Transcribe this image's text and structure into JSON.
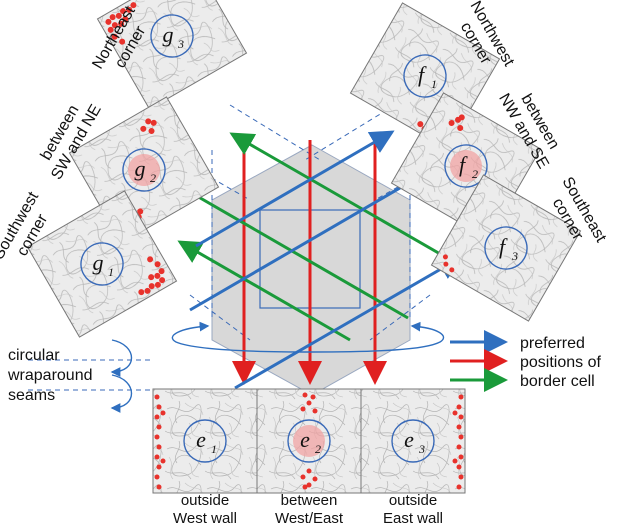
{
  "panels": {
    "g3": {
      "sym": "g",
      "sub": "3",
      "label_lines": [
        "Northeast",
        "corner"
      ]
    },
    "g2": {
      "sym": "g",
      "sub": "2",
      "label_lines": [
        "between",
        "SW and NE"
      ]
    },
    "g1": {
      "sym": "g",
      "sub": "1",
      "label_lines": [
        "Southwest",
        "corner"
      ]
    },
    "f1": {
      "sym": "f",
      "sub": "1",
      "label_lines": [
        "Northwest",
        "corner"
      ]
    },
    "f2": {
      "sym": "f",
      "sub": "2",
      "label_lines": [
        "between",
        "NW and SE"
      ]
    },
    "f3": {
      "sym": "f",
      "sub": "3",
      "label_lines": [
        "Southeast",
        "corner"
      ]
    },
    "e1": {
      "sym": "e",
      "sub": "1",
      "label_lines": [
        "outside",
        "West wall"
      ]
    },
    "e2": {
      "sym": "e",
      "sub": "2",
      "label_lines": [
        "between",
        "West/East"
      ]
    },
    "e3": {
      "sym": "e",
      "sub": "3",
      "label_lines": [
        "outside",
        "East wall"
      ]
    }
  },
  "legend": {
    "lines": [
      "preferred",
      "positions of",
      "border cell"
    ],
    "colors": [
      "#2f6fbf",
      "#e02020",
      "#1a9a3a"
    ]
  },
  "seams": {
    "lines": [
      "circular",
      "wraparound",
      "seams"
    ]
  },
  "colors": {
    "blue": "#2f6fbf",
    "red": "#e02020",
    "green": "#1a9a3a",
    "hexagon": "#d8d8d8",
    "firing": "#e8322c",
    "panel_bg": "#ececec"
  }
}
